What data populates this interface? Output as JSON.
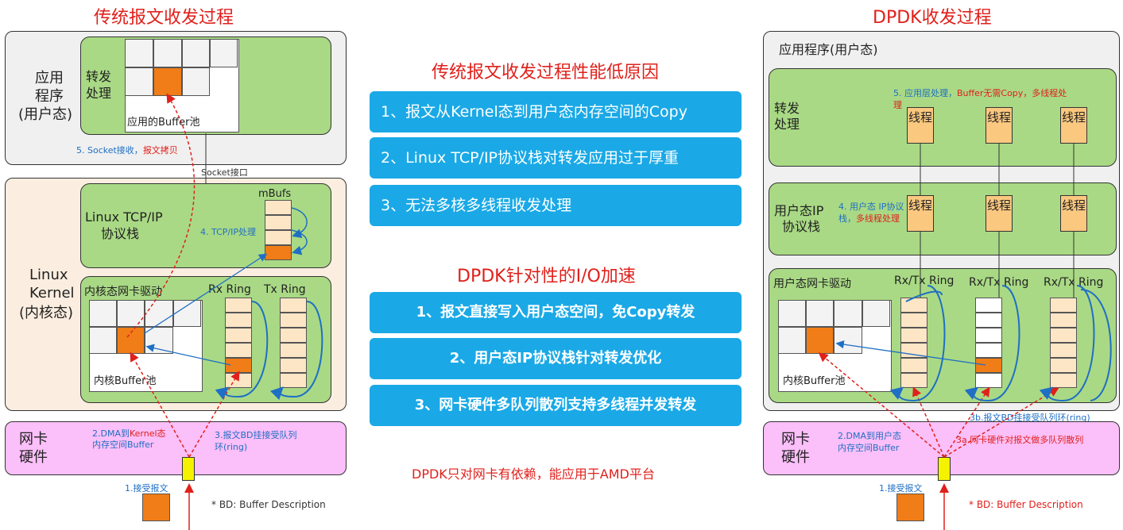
{
  "left": {
    "title": "传统报文收发过程",
    "app_label": [
      "应用",
      "程序",
      "(用户态)"
    ],
    "forward_label": [
      "转发",
      "处理"
    ],
    "app_buffer": "应用的Buffer池",
    "socket_recv": "5. Socket接收，",
    "socket_copy": "报文拷贝",
    "socket_iface": "Socket接口",
    "kernel_label": [
      "Linux",
      "Kernel",
      "(内核态)"
    ],
    "tcpip_label": [
      "Linux TCP/IP",
      "协议栈"
    ],
    "mbufs": "mBufs",
    "tcpip_proc": "4. TCP/IP处理",
    "driver_label": "内核态网卡驱动",
    "rx_ring": "Rx Ring",
    "tx_ring": "Tx Ring",
    "kernel_buffer": "内核Buffer池",
    "nic_label": [
      "网卡",
      "硬件"
    ],
    "dma_1": "2.DMA到",
    "dma_kernel": "Kernel态",
    "dma_2": "内存空间Buffer",
    "bd_hook": [
      "3.报文BD挂接受队列",
      "环(ring)"
    ],
    "recv": "1.接受报文",
    "bd_note": "* BD: Buffer Description"
  },
  "middle": {
    "reason_title": "传统报文收发过程性能低原因",
    "reasons": [
      "1、报文从Kernel态到用户态内存空间的Copy",
      "2、Linux TCP/IP协议栈对转发应用过于厚重",
      "3、无法多核多线程收发处理"
    ],
    "accel_title": "DPDK针对性的I/O加速",
    "accels": [
      "1、报文直接写入用户态空间，免Copy转发",
      "2、用户态IP协议栈针对转发优化",
      "3、网卡硬件多队列散列支持多线程并发转发"
    ],
    "note": "DPDK只对网卡有依赖，能应用于AMD平台"
  },
  "right": {
    "title": "DPDK收发过程",
    "app_label": "应用程序(用户态)",
    "forward_label": [
      "转发",
      "处理"
    ],
    "app_proc_1": "5. 应用层处理，",
    "app_proc_2": "Buffer无需Copy，多线程处",
    "app_proc_3": "理",
    "thread_label": "线程",
    "ipstack_label": [
      "用户态IP",
      "协议栈"
    ],
    "ipstack_proc_1": "4. 用户态 IP协议",
    "ipstack_proc_2": "栈，",
    "ipstack_proc_3": "多线程处理",
    "driver_label": "用户态网卡驱动",
    "rxtx_ring": "Rx/Tx Ring",
    "kernel_buffer": "内核Buffer池",
    "bd_hook": "3b.报文BD挂接受队列环(ring)",
    "nic_label": [
      "网卡",
      "硬件"
    ],
    "dma_1": "2.DMA到用户态",
    "dma_2": "内存空间Buffer",
    "hash": "3a.网卡硬件对报文做多队列散列",
    "recv": "1.接受报文",
    "bd_note": "* BD: Buffer Description"
  },
  "colors": {
    "red": "#e0201b",
    "blue": "#1aa9e6",
    "green": "#a9d985",
    "pink": "#fbbff9",
    "orange": "#f07d17"
  }
}
